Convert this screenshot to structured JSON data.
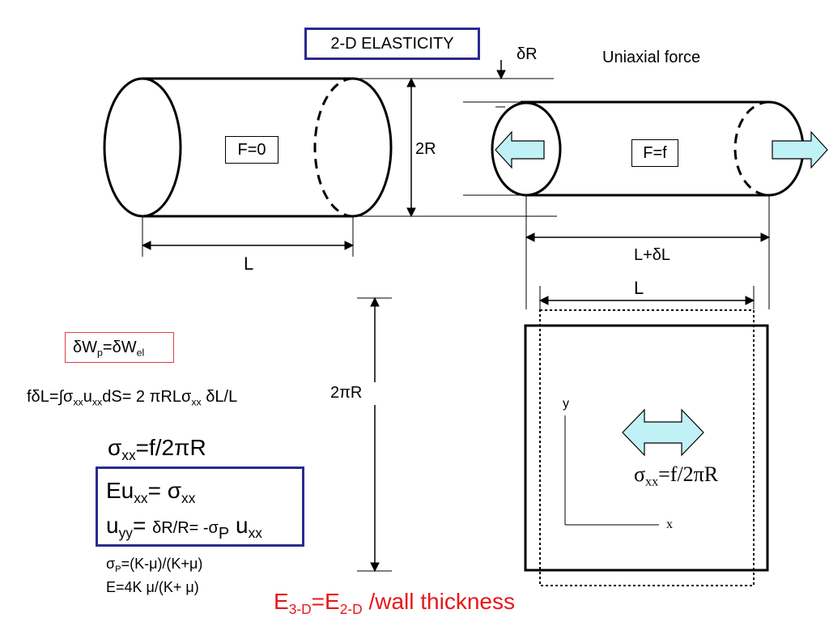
{
  "title": "2-D ELASTICITY",
  "labels": {
    "delta_r": "δR",
    "uniaxial_force": "Uniaxial force",
    "force_zero": "F=0",
    "force_f": "F=f",
    "two_r": "2R",
    "length": "L",
    "length_plus": "L+δL",
    "length_sheet": "L",
    "circumference": "2πR",
    "axis_y": "y",
    "axis_x": "x"
  },
  "equations": {
    "energy": {
      "a": "δW",
      "a_sub": "p",
      "b": "=δW",
      "b_sub": "el"
    },
    "work": {
      "p1": "fδL=∫σ",
      "s1": "xx",
      "p2": "u",
      "s2": "xx",
      "p3": "dS= 2 πRLσ",
      "s3": "xx",
      "p4": " δL/L"
    },
    "sigma": {
      "p1": "σ",
      "s1": "xx",
      "p2": "=f/2πR"
    },
    "hooke": {
      "p1": "Eu",
      "s1": "xx",
      "p2": "= σ",
      "s2": "xx"
    },
    "strain": {
      "p1": "u",
      "s1": "yy",
      "p2": "= ",
      "p3": "δR/R= -σ",
      "s3": "P",
      "p4": " u",
      "s4": "xx"
    },
    "poisson": {
      "p1": "σ",
      "s1": "P",
      "p2": "=(K-μ)/(K+μ)"
    },
    "modulus": "E=4K μ/(K+ μ)",
    "final": {
      "p1": "E",
      "s1": "3-D",
      "p2": "=E",
      "s2": "2-D",
      "p3": " /wall thickness"
    },
    "stress": {
      "p1": "σ",
      "s1": "xx",
      "p2": "=f/2πR"
    }
  },
  "colors": {
    "box_border": "#2a2a8f",
    "energy_border": "#e04040",
    "final_text": "#e8161b",
    "arrow_fill": "#bff1f5"
  },
  "icons": [
    "arrow-left-icon",
    "arrow-right-icon",
    "double-arrow-icon"
  ]
}
